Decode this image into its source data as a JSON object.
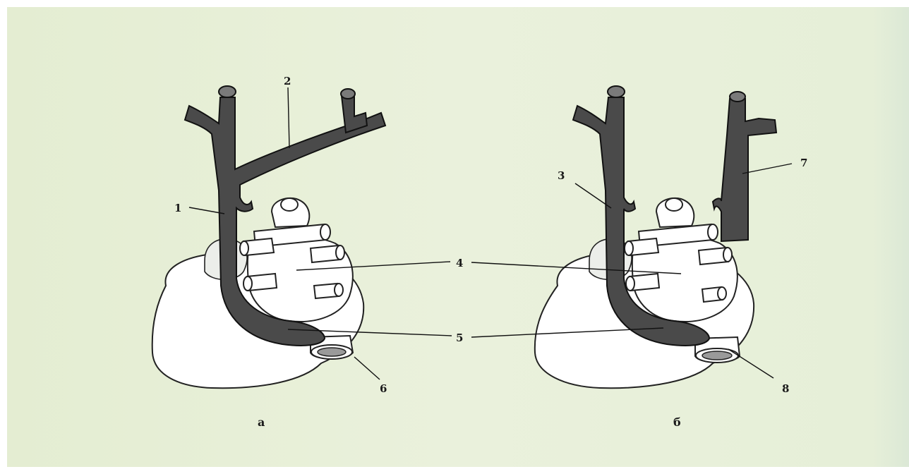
{
  "figure": {
    "background_color": "#e8f0d8",
    "vein_color": "#4a4a4a",
    "heart_color": "#ffffff",
    "panels": [
      {
        "letter": "а",
        "callouts": [
          "1",
          "2",
          "5",
          "6"
        ]
      },
      {
        "letter": "б",
        "callouts": [
          "3",
          "7",
          "8"
        ]
      }
    ],
    "shared_callouts": [
      "4",
      "5"
    ]
  }
}
